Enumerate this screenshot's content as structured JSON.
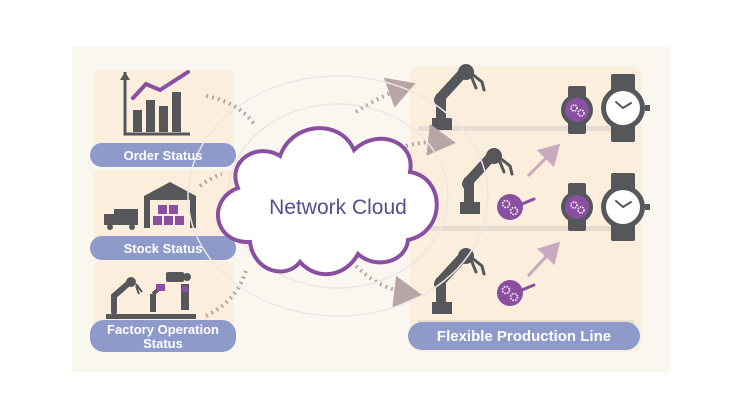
{
  "left_panel": {
    "items": [
      {
        "label": "Order Status",
        "icon": "bar-chart-icon"
      },
      {
        "label": "Stock Status",
        "icon": "warehouse-truck-icon"
      },
      {
        "label_line1": "Factory Operation",
        "label_line2": "Status",
        "icon": "factory-robot-camera-icon"
      }
    ]
  },
  "cloud": {
    "label": "Network Cloud"
  },
  "right_panel": {
    "label": "Flexible Production Line",
    "icons": [
      "robot-arm-icon",
      "gear-part-icon",
      "watch-icon"
    ]
  },
  "colors": {
    "panel_fill": "#fbeedd",
    "background": "#faf7f0",
    "pill": "#8e9ac9",
    "cloud_stroke": "#8a4fa0",
    "cloud_text": "#5b4a8c",
    "robot": "#55575a",
    "gear_part": "#8a4fa0",
    "arrow": "#c9a9bf"
  }
}
